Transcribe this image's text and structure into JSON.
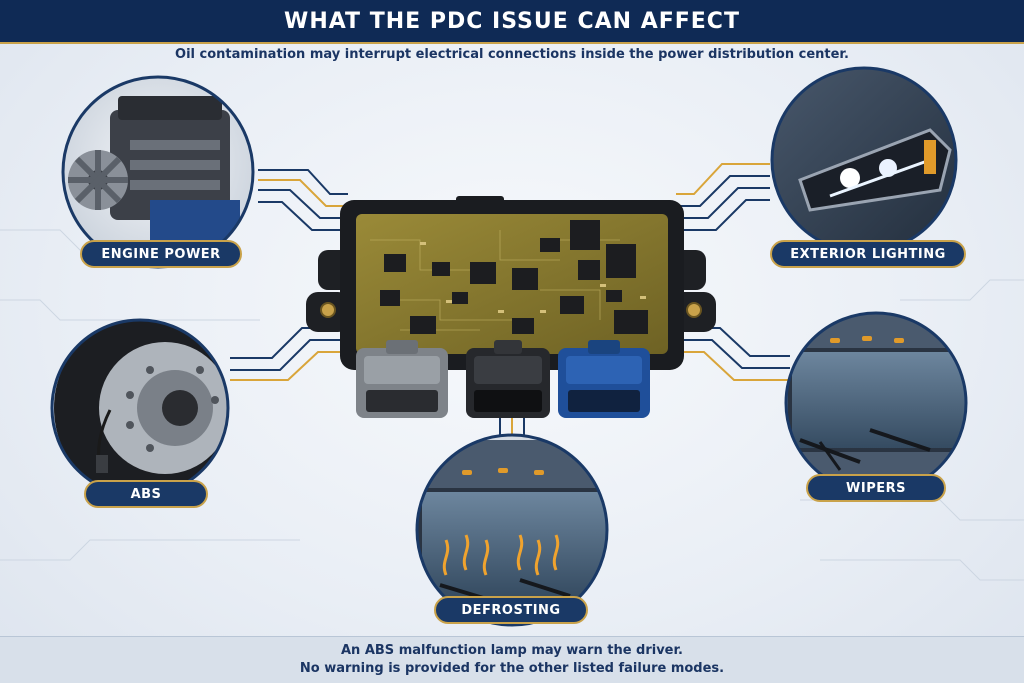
{
  "header": {
    "title": "WHAT THE PDC ISSUE CAN AFFECT"
  },
  "subtitle": "Oil contamination may interrupt electrical connections inside the power distribution center.",
  "systems": {
    "engine": "ENGINE POWER",
    "lighting": "EXTERIOR LIGHTING",
    "abs": "ABS",
    "wipers": "WIPERS",
    "defrost": "DEFROSTING"
  },
  "footer": {
    "line1": "An ABS malfunction lamp may warn the driver.",
    "line2": "No warning is provided for the other listed failure modes."
  },
  "colors": {
    "navy": "#0f2a55",
    "gold": "#c9a24a",
    "pcb": "#8a7a2e",
    "connector_grey": "#8c9096",
    "connector_black": "#2a2c30",
    "connector_blue": "#1f4f9a"
  }
}
